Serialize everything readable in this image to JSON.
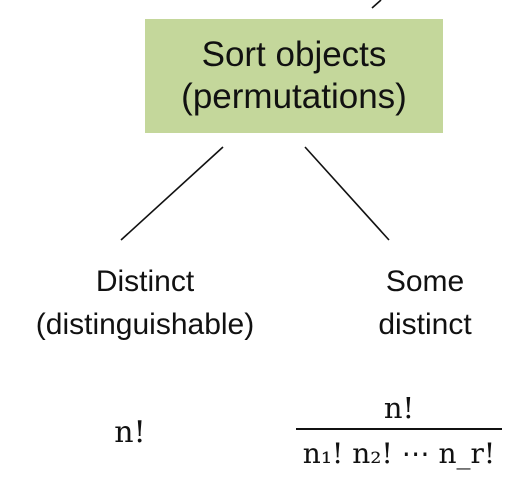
{
  "diagram": {
    "root": {
      "line1": "Sort objects",
      "line2": "(permutations)",
      "fill_color": "#c4d79b"
    },
    "left": {
      "line1": "Distinct",
      "line2": "(distinguishable)",
      "formula": "n!"
    },
    "right": {
      "line1": "Some",
      "line2": "distinct",
      "formula_numerator": "n!",
      "formula_denominator": "n₁! n₂! ⋯ n_r!"
    }
  }
}
